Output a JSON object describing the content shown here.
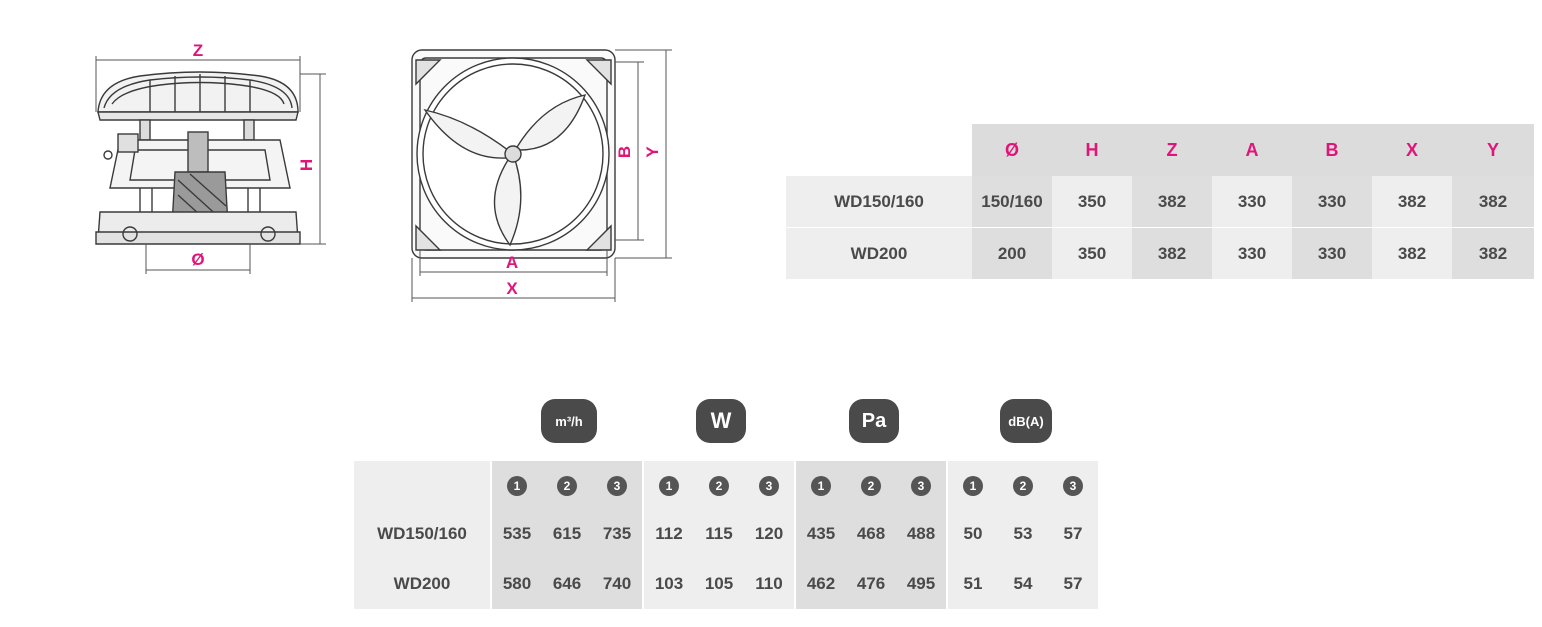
{
  "drawing_labels": {
    "side_width": "Z",
    "side_height": "H",
    "side_diameter": "Ø",
    "top_inner_width": "A",
    "top_outer_width": "X",
    "top_inner_height": "B",
    "top_outer_height": "Y"
  },
  "dimension_table": {
    "headers": [
      "Ø",
      "H",
      "Z",
      "A",
      "B",
      "X",
      "Y"
    ],
    "rows": [
      {
        "model": "WD150/160",
        "values": [
          "150/160",
          "350",
          "382",
          "330",
          "330",
          "382",
          "382"
        ]
      },
      {
        "model": "WD200",
        "values": [
          "200",
          "350",
          "382",
          "330",
          "330",
          "382",
          "382"
        ]
      }
    ]
  },
  "performance": {
    "units": [
      {
        "label": "m³/h"
      },
      {
        "label": "W"
      },
      {
        "label": "Pa"
      },
      {
        "label": "dB(A)"
      }
    ],
    "speed_markers": [
      "1",
      "2",
      "3",
      "1",
      "2",
      "3",
      "1",
      "2",
      "3",
      "1",
      "2",
      "3"
    ],
    "rows": [
      {
        "model": "WD150/160",
        "values": [
          "535",
          "615",
          "735",
          "112",
          "115",
          "120",
          "435",
          "468",
          "488",
          "50",
          "53",
          "57"
        ]
      },
      {
        "model": "WD200",
        "values": [
          "580",
          "646",
          "740",
          "103",
          "105",
          "110",
          "462",
          "476",
          "495",
          "51",
          "54",
          "57"
        ]
      }
    ]
  },
  "colors": {
    "accent": "#e0157a",
    "badge": "#4a4a4a",
    "cell_dark": "#dedede",
    "cell_light": "#eeeeee"
  }
}
